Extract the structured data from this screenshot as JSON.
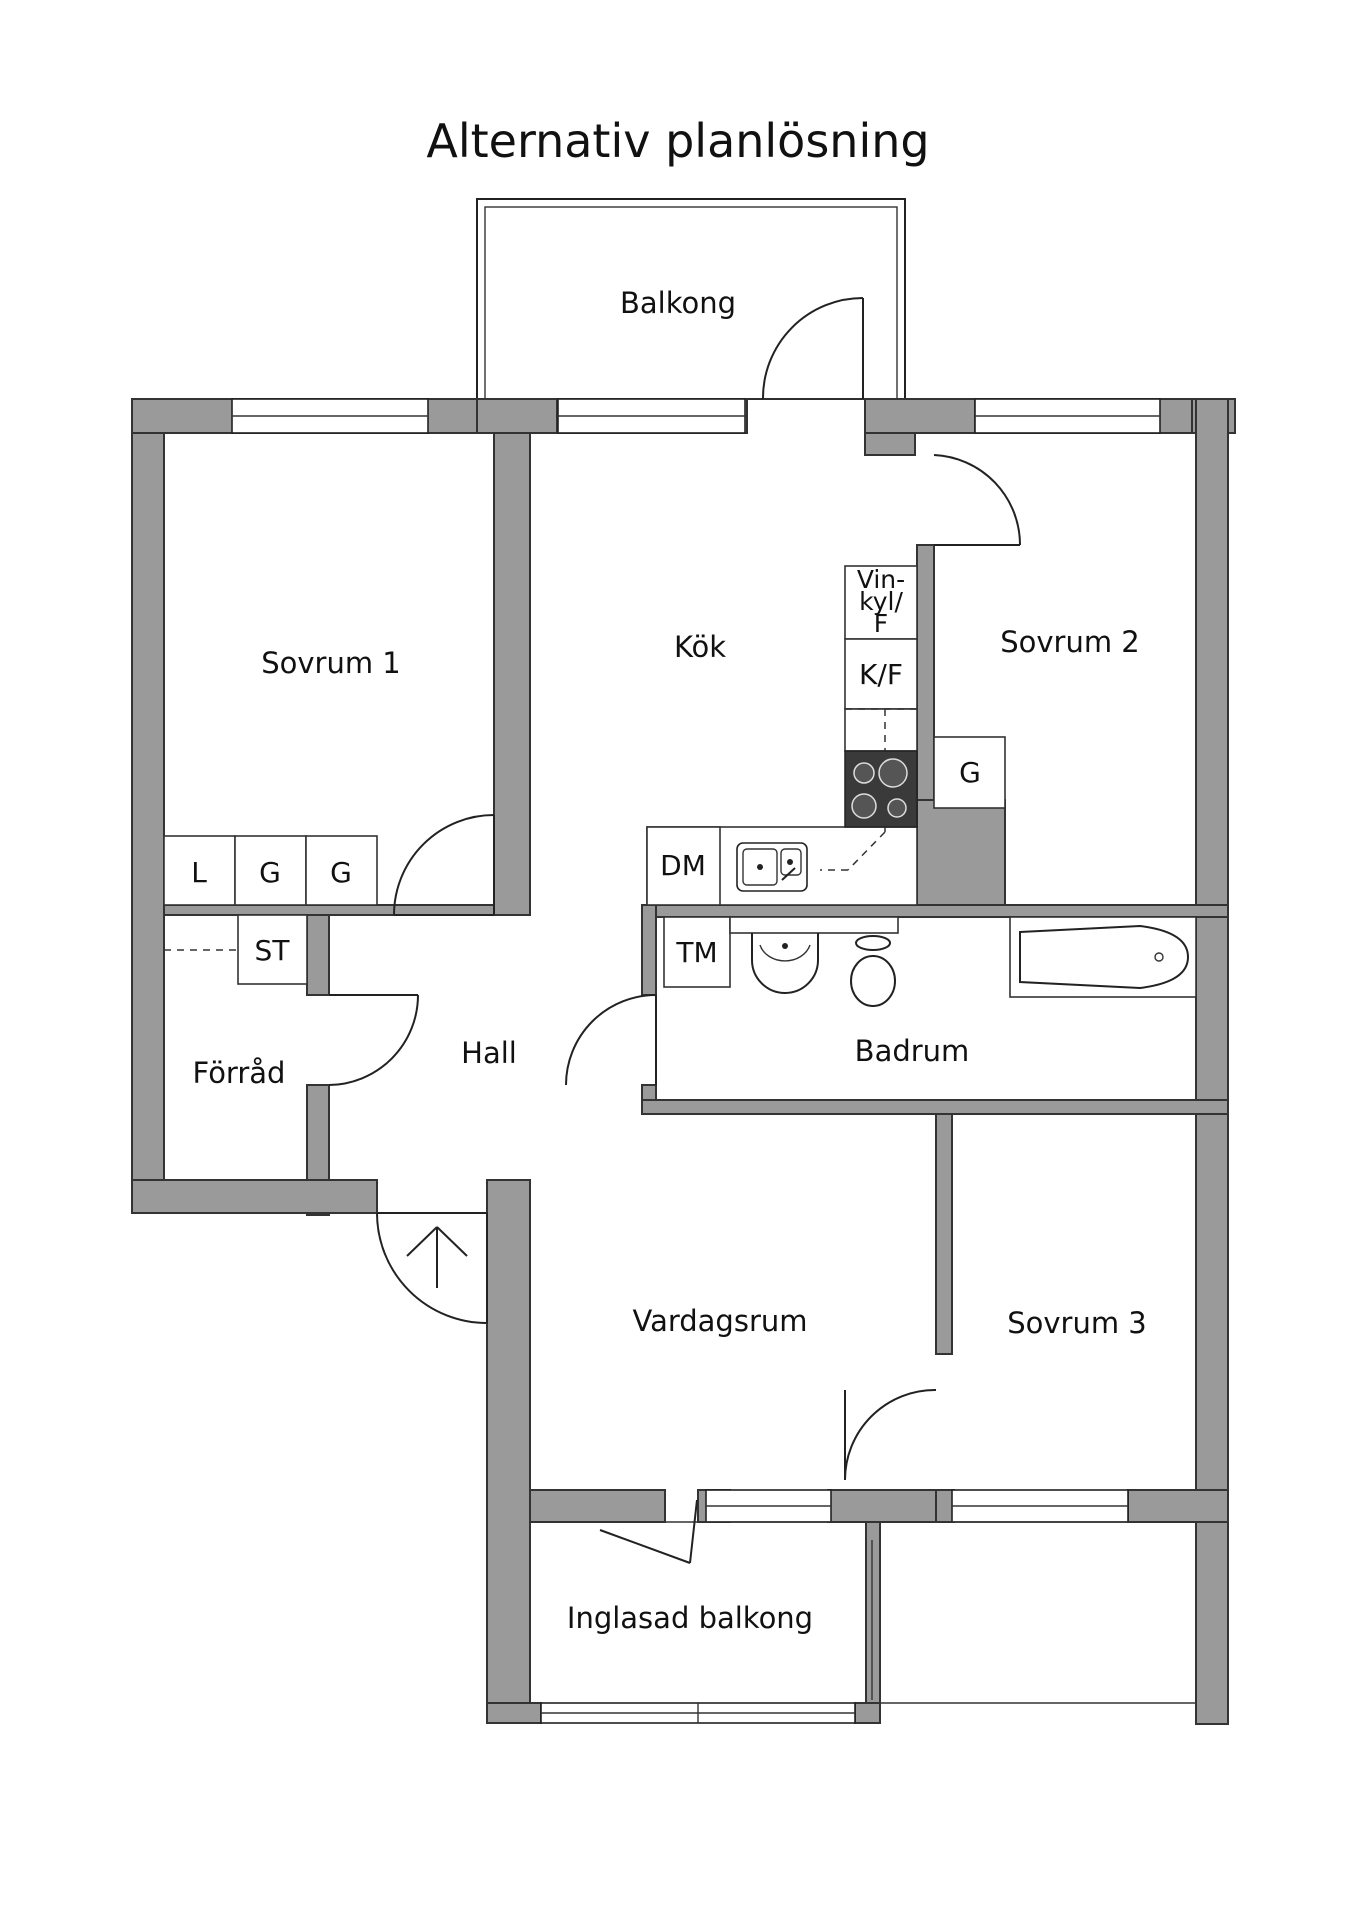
{
  "title": "Alternativ planlösning",
  "rooms": {
    "balkong": "Balkong",
    "sovrum1": "Sovrum 1",
    "kok": "Kök",
    "sovrum2": "Sovrum 2",
    "hall": "Hall",
    "forrad": "Förråd",
    "badrum": "Badrum",
    "vardagsrum": "Vardagsrum",
    "sovrum3": "Sovrum 3",
    "inglasad_balkong": "Inglasad balkong"
  },
  "fixtures": {
    "l": "L",
    "g1": "G",
    "g2": "G",
    "g3": "G",
    "st": "ST",
    "dm": "DM",
    "tm": "TM",
    "vinkyl_line1": "Vin-",
    "vinkyl_line2": "kyl/",
    "vinkyl_line3": "F",
    "kf": "K/F"
  },
  "colors": {
    "wall": "#9a9a9a",
    "stove": "#3a3a3a",
    "line": "#222222",
    "background": "#ffffff"
  }
}
